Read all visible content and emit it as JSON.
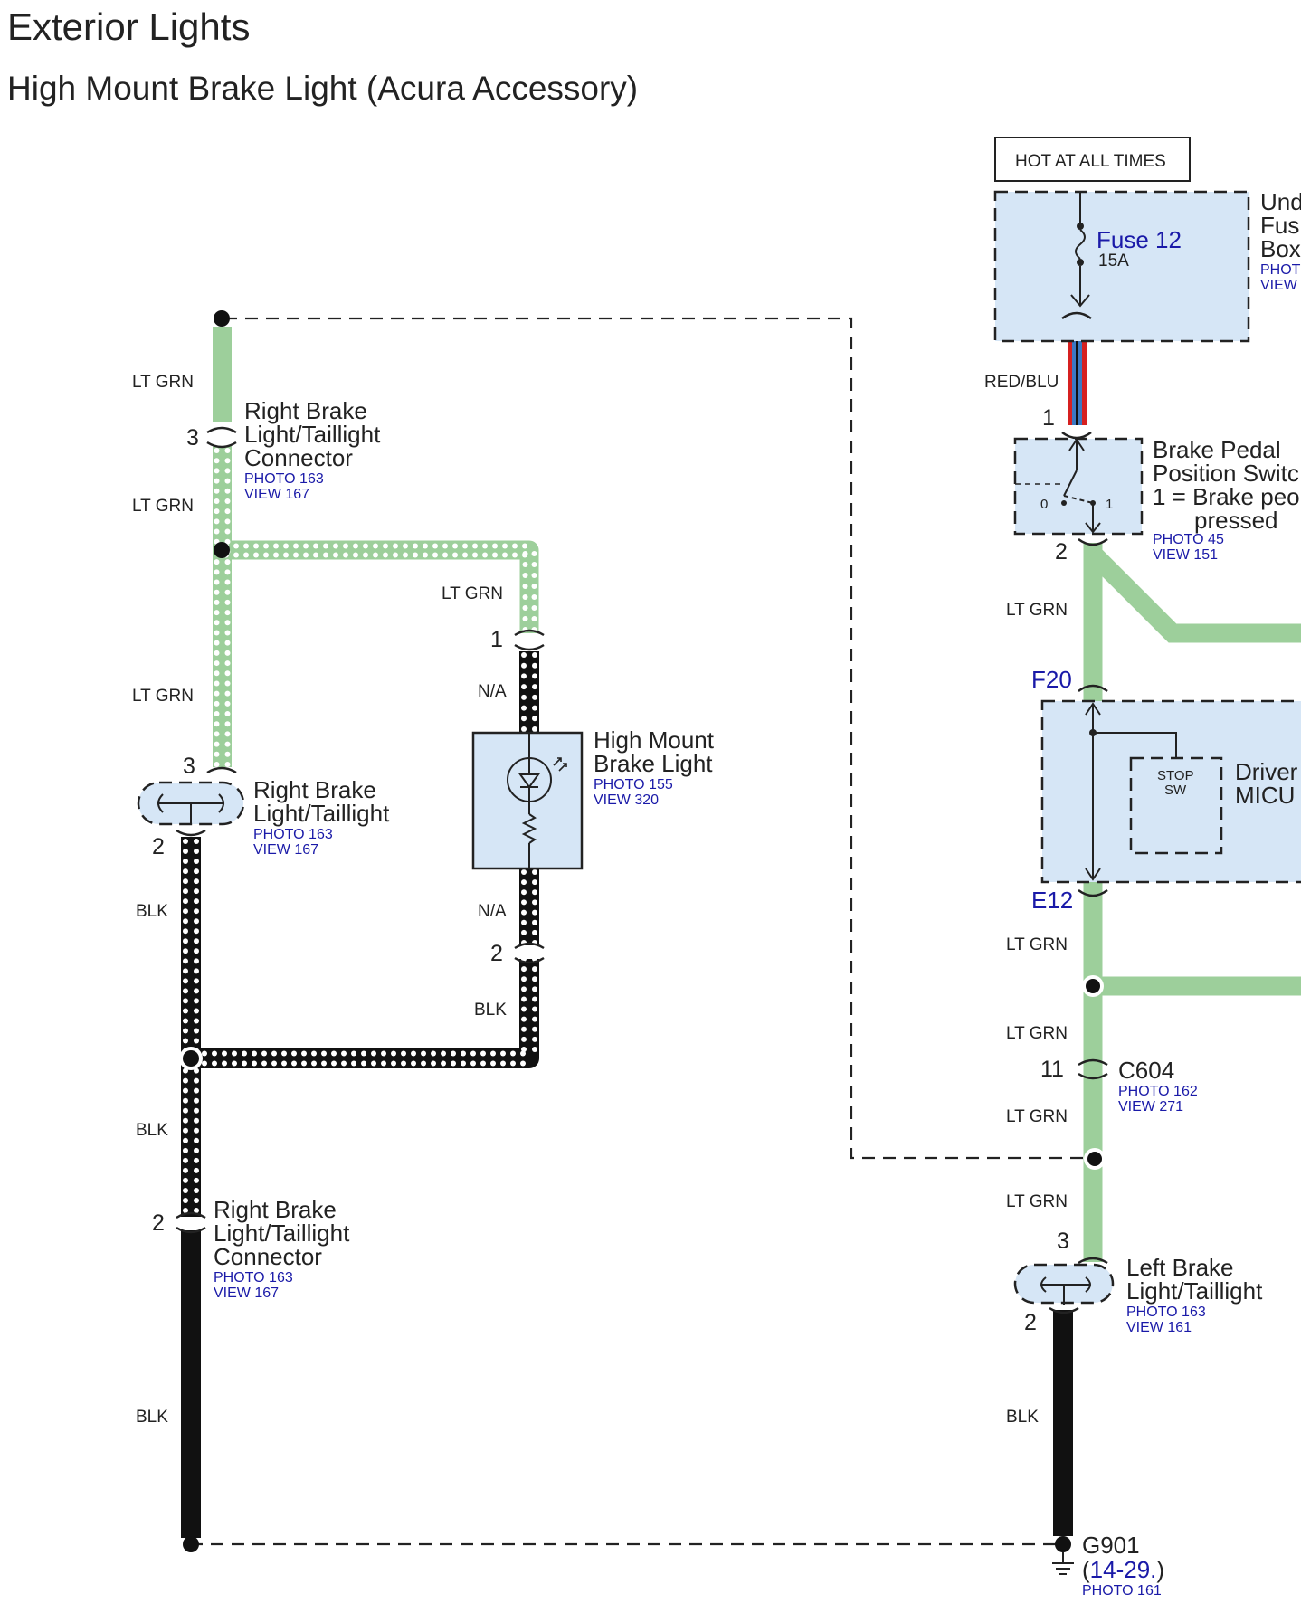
{
  "header": {
    "title": "Exterior Lights",
    "subtitle": "High Mount Brake Light (Acura Accessory)"
  },
  "colors": {
    "lt_grn": "#9dcf9b",
    "blk": "#111111",
    "red": "#d62020",
    "blu": "#3b78c2",
    "link_blue": "#1a1aa8",
    "component_fill": "#d6e6f6"
  },
  "icons": [
    "fuse-icon",
    "switch-icon",
    "lamp-icon",
    "resistor-icon",
    "ground-icon",
    "connector-icon",
    "splice-icon"
  ],
  "hot_label": "HOT AT ALL TIMES",
  "fuse_box": {
    "name_lines": [
      "Und",
      "Fus",
      "Box"
    ],
    "refs": [
      "PHOT",
      "VIEW"
    ],
    "fuse": "Fuse 12",
    "rating": "15A"
  },
  "wire_red_blu": "RED/BLU",
  "brake_switch": {
    "pin_top": "1",
    "pin_bottom": "2",
    "pos_0": "0",
    "pos_1": "1",
    "lines": [
      "Brake Pedal",
      "Position Switc",
      "1 = Brake peo",
      "pressed"
    ],
    "photo": "PHOTO 45",
    "view": "VIEW 151"
  },
  "micu": {
    "pin_top": "F20",
    "pin_bottom": "E12",
    "stop_sw": [
      "STOP",
      "SW"
    ],
    "name_lines": [
      "Driver",
      "MICU"
    ]
  },
  "c604": {
    "pin": "11",
    "name": "C604",
    "photo": "PHOTO 162",
    "view": "VIEW 271"
  },
  "left_light": {
    "pin_top": "3",
    "pin_bottom": "2",
    "lines": [
      "Left Brake",
      "Light/Taillight"
    ],
    "photo": "PHOTO 163",
    "view": "VIEW 161"
  },
  "ground": {
    "name": "G901",
    "ref_open": "(",
    "ref": "14-29.",
    "ref_close": ")",
    "photo": "PHOTO 161"
  },
  "right_connector_top": {
    "pin": "3",
    "lines": [
      "Right Brake",
      "Light/Taillight",
      "Connector"
    ],
    "photo": "PHOTO 163",
    "view": "VIEW 167"
  },
  "right_light": {
    "pin_top": "3",
    "pin_bottom": "2",
    "lines": [
      "Right Brake",
      "Light/Taillight"
    ],
    "photo": "PHOTO 163",
    "view": "VIEW 167"
  },
  "right_connector_bottom": {
    "pin": "2",
    "lines": [
      "Right Brake",
      "Light/Taillight",
      "Connector"
    ],
    "photo": "PHOTO 163",
    "view": "VIEW 167"
  },
  "high_mount": {
    "pin_top": "1",
    "pin_bottom": "2",
    "lines": [
      "High Mount",
      "Brake Light"
    ],
    "photo": "PHOTO 155",
    "view": "VIEW 320"
  },
  "wire_labels": {
    "lt_grn": "LT GRN",
    "blk": "BLK",
    "na": "N/A"
  }
}
